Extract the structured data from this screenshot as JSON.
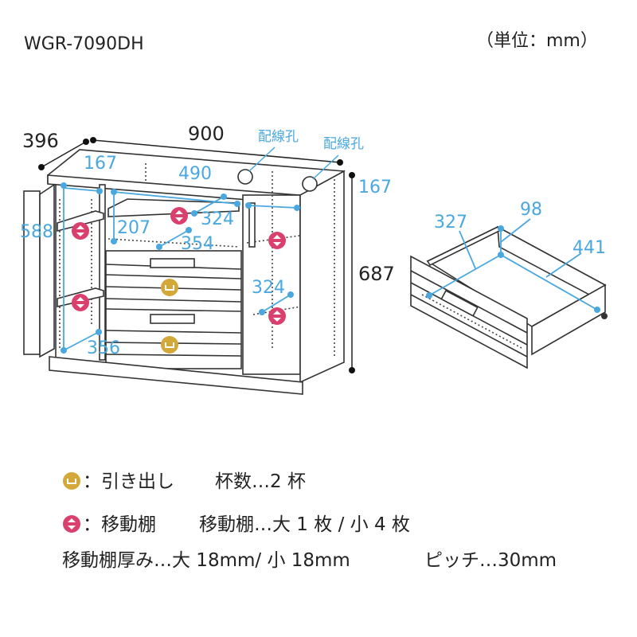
{
  "header": {
    "model": "WGR-7090DH",
    "unit": "（単位：mm）"
  },
  "cabinet": {
    "depth": "396",
    "width": "900",
    "height": "687",
    "wire_hole_label_1": "配線孔",
    "wire_hole_label_2": "配線孔",
    "inner": {
      "left_depth": "167",
      "center_width": "490",
      "right_depth": "167",
      "left_height": "588",
      "center_height": "207",
      "center_depth": "324",
      "center_width_lower": "354",
      "right_width": "324",
      "left_width": "356"
    }
  },
  "drawer": {
    "width": "327",
    "height": "98",
    "depth": "441"
  },
  "legend": {
    "drawer_label": "：引き出し",
    "drawer_count": "杯数…2 杯",
    "shelf_label": "：移動棚",
    "shelf_count": "移動棚…大 1 枚 / 小 4 枚",
    "shelf_thickness": "移動棚厚み…大 18mm/ 小 18mm",
    "pitch": "ピッチ…30mm"
  },
  "colors": {
    "dimension": "#4aa8e0",
    "shelf_icon": "#d9406e",
    "drawer_icon": "#d4a838"
  }
}
